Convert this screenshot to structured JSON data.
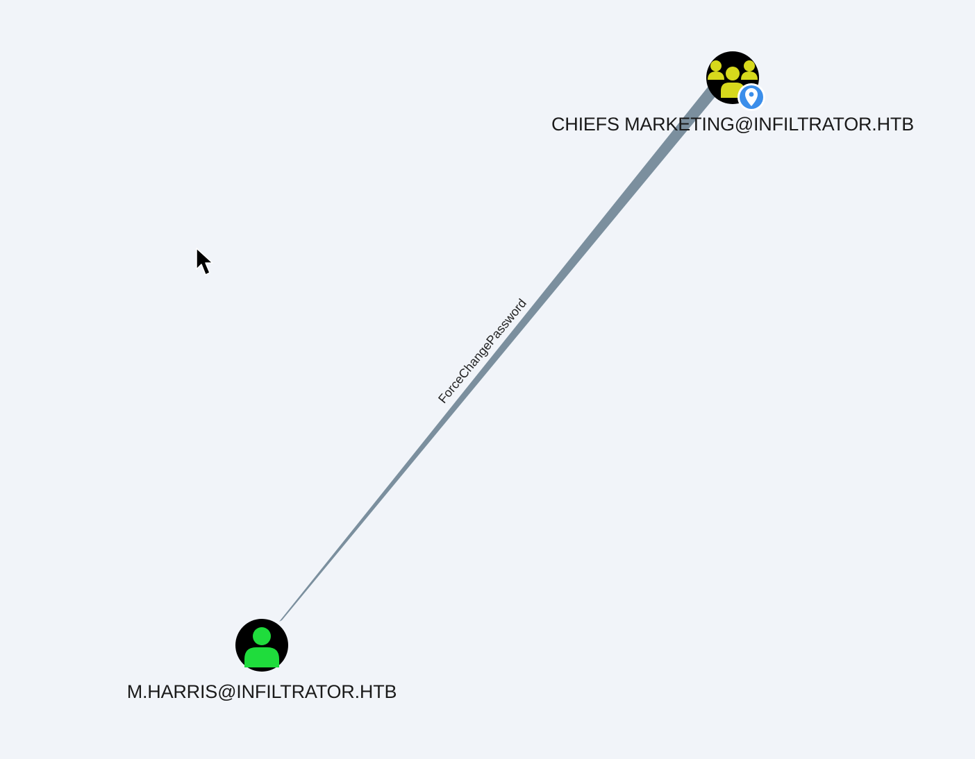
{
  "graph": {
    "nodes": [
      {
        "id": "chiefs-marketing",
        "label": "CHIEFS MARKETING@INFILTRATOR.HTB",
        "kind": "group",
        "icon": "group-icon",
        "icon_color": "#d7d91c",
        "badge": "location-pin-icon",
        "badge_color": "#3b8eea"
      },
      {
        "id": "m-harris",
        "label": "M.HARRIS@INFILTRATOR.HTB",
        "kind": "user",
        "icon": "user-icon",
        "icon_color": "#1fdc3c"
      }
    ],
    "edges": [
      {
        "from": "m-harris",
        "to": "chiefs-marketing",
        "label": "ForceChangePassword",
        "color": "#7b8f9e"
      }
    ]
  },
  "colors": {
    "background": "#f1f4f9",
    "node_fill": "#000000"
  }
}
